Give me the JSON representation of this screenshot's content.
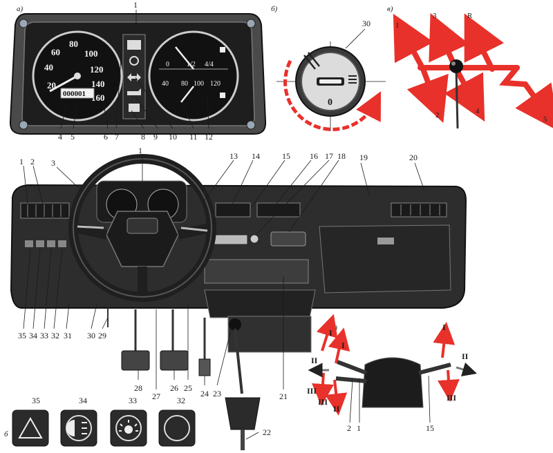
{
  "panels": {
    "a": "а)",
    "b": "б)",
    "v": "в)",
    "g": "г)",
    "bottom": "б"
  },
  "cluster_callouts": {
    "top": "1",
    "bottom": [
      "4",
      "5",
      "6",
      "7",
      "8",
      "9",
      "10",
      "11",
      "12"
    ]
  },
  "speedometer": {
    "scale": [
      "20",
      "40",
      "60",
      "80",
      "100",
      "120",
      "140",
      "160"
    ],
    "odometer": "000001"
  },
  "gauges": {
    "fuel": [
      "0",
      "1/2",
      "4/4"
    ],
    "temp": [
      "40",
      "80",
      "100",
      "120"
    ]
  },
  "ignition": {
    "callout": "30",
    "position": "0"
  },
  "gearbox": {
    "positions": [
      "1",
      "3",
      "R",
      "2",
      "4",
      "5"
    ]
  },
  "dashboard_callouts": {
    "top": [
      "1",
      "2",
      "3",
      "13",
      "14",
      "15",
      "16",
      "17",
      "18",
      "19",
      "20"
    ],
    "bottom_left": [
      "35",
      "34",
      "33",
      "32",
      "31",
      "30",
      "29"
    ],
    "bottom_center": [
      "28",
      "27",
      "26",
      "25",
      "24",
      "23",
      "22",
      "21"
    ]
  },
  "stalks": {
    "left_modes": [
      "I",
      "I",
      "II",
      "III",
      "II",
      "III"
    ],
    "right_modes": [
      "I",
      "II",
      "III"
    ],
    "callouts": [
      "2",
      "1",
      "15"
    ]
  },
  "switches": [
    {
      "id": "35",
      "icon": "hazard-triangle-icon"
    },
    {
      "id": "34",
      "icon": "fog-lamp-icon"
    },
    {
      "id": "33",
      "icon": "interior-light-icon"
    },
    {
      "id": "32",
      "icon": "blank-switch-icon"
    }
  ],
  "colors": {
    "arrow": "#e8312a",
    "panel_dark": "#2b2b2b",
    "bezel": "#d9d9d9"
  }
}
